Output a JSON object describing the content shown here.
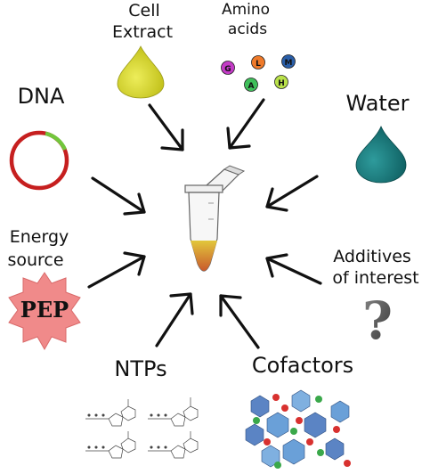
{
  "labels": {
    "cell_extract": [
      "Cell",
      "Extract"
    ],
    "amino_acids": [
      "Amino",
      "acids"
    ],
    "dna": "DNA",
    "water": "Water",
    "energy_source": [
      "Energy",
      "source"
    ],
    "pep": "PEP",
    "additives": [
      "Additives",
      "of interest"
    ],
    "question_mark": "?",
    "ntps": "NTPs",
    "cofactors": "Cofactors"
  },
  "amino_acid_letters": [
    "G",
    "L",
    "M",
    "A",
    "H"
  ],
  "colors": {
    "cell_extract_drop": "#d9d92e",
    "water_drop": "#1a7f80",
    "dna_ring": "#c61f1f",
    "dna_segment": "#72c63c",
    "pep_star": "#f08a8a",
    "tube_liquid_top": "#d9c23a",
    "tube_liquid_bottom": "#c95f2f",
    "arrow": "#111111"
  }
}
